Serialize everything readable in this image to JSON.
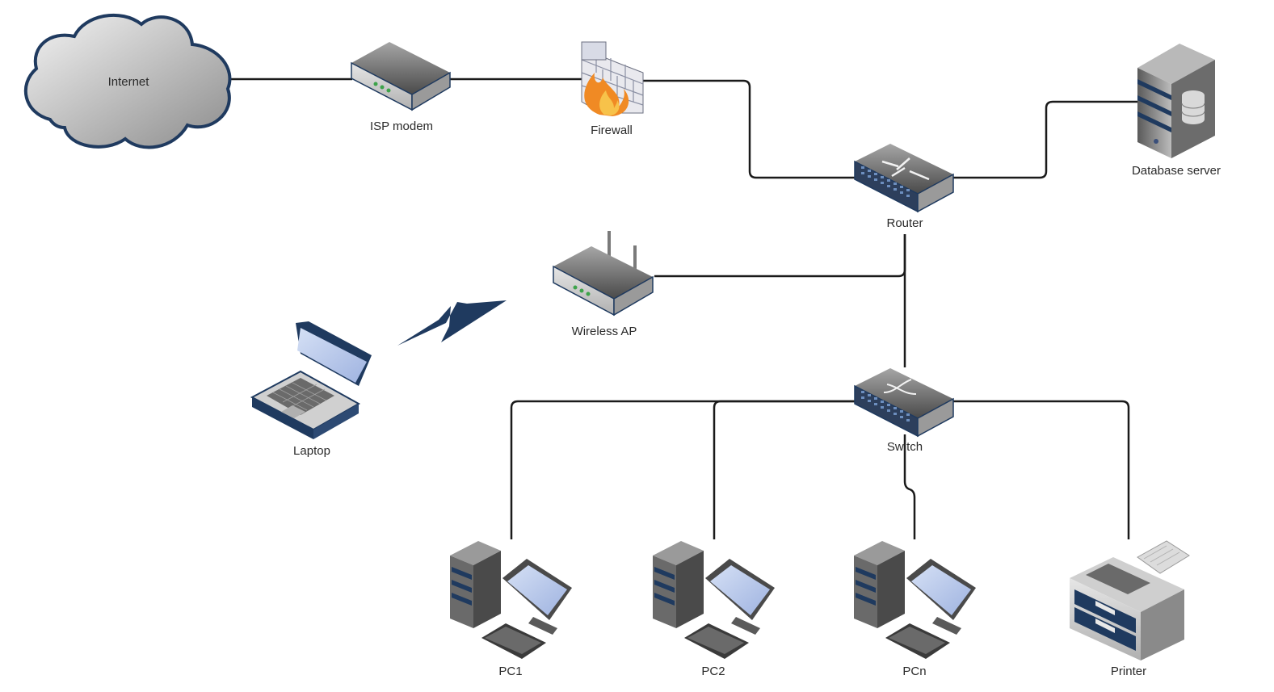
{
  "nodes": {
    "internet": {
      "label": "Internet",
      "icon": "cloud-icon"
    },
    "isp_modem": {
      "label": "ISP modem",
      "icon": "modem-icon"
    },
    "firewall": {
      "label": "Firewall",
      "icon": "firewall-icon"
    },
    "router": {
      "label": "Router",
      "icon": "router-icon"
    },
    "database_server": {
      "label": "Database server",
      "icon": "server-icon"
    },
    "wireless_ap": {
      "label": "Wireless AP",
      "icon": "wireless-ap-icon"
    },
    "laptop": {
      "label": "Laptop",
      "icon": "laptop-icon"
    },
    "switch": {
      "label": "Switch",
      "icon": "switch-icon"
    },
    "pc1": {
      "label": "PC1",
      "icon": "desktop-pc-icon"
    },
    "pc2": {
      "label": "PC2",
      "icon": "desktop-pc-icon"
    },
    "pcn": {
      "label": "PCn",
      "icon": "desktop-pc-icon"
    },
    "printer": {
      "label": "Printer",
      "icon": "printer-icon"
    }
  },
  "connections": [
    [
      "internet",
      "isp_modem"
    ],
    [
      "isp_modem",
      "firewall"
    ],
    [
      "firewall",
      "router"
    ],
    [
      "router",
      "database_server"
    ],
    [
      "router",
      "wireless_ap"
    ],
    [
      "router",
      "switch"
    ],
    [
      "wireless_ap",
      "laptop"
    ],
    [
      "switch",
      "pc1"
    ],
    [
      "switch",
      "pc2"
    ],
    [
      "switch",
      "pcn"
    ],
    [
      "switch",
      "printer"
    ]
  ],
  "colors": {
    "outline_navy": "#1f3a5f",
    "device_gray": "#6f6f6f",
    "screen_blue": "#b9c9ea",
    "flame_orange": "#f08a24",
    "line": "#1a1a1a"
  }
}
